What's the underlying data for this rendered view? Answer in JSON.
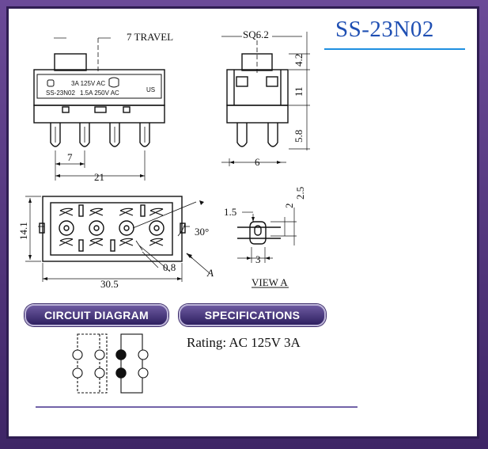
{
  "model": "SS-23N02",
  "top_view": {
    "travel_label": "7 TRAVEL",
    "label_line1": "3A 125V AC",
    "label_line2_code": "SS-23N02",
    "label_line2_rating": "1.5A 250V AC",
    "pitch_label": "7",
    "width_label": "21"
  },
  "side_view": {
    "actuator_label": "SQ6.2",
    "dim_top": "4.2",
    "dim_body": "11",
    "dim_pin": "5.8",
    "dim_width": "6"
  },
  "bottom_view": {
    "height_label": "14.1",
    "width_label": "30.5",
    "angle_label": "30°",
    "slot_label": "0.8",
    "view_marker": "A"
  },
  "view_a": {
    "dim_left": "1.5",
    "dim_top1": "2",
    "dim_top2": "2.5",
    "dim_bottom": "3",
    "caption": "VIEW A"
  },
  "sections": {
    "circuit": "CIRCUIT DIAGRAM",
    "specs": "SPECIFICATIONS"
  },
  "rating": "Rating: AC 125V 3A"
}
